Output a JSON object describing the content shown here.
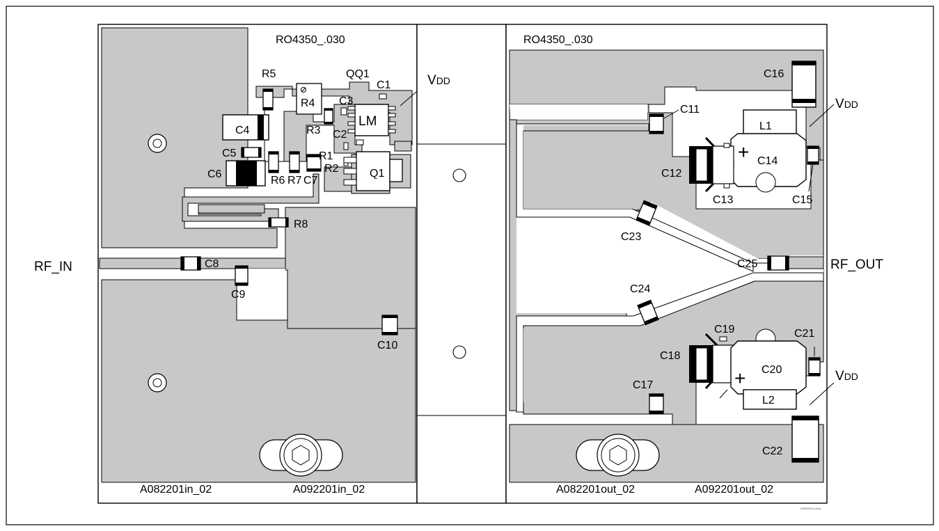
{
  "materials": {
    "left": "RO4350_.030",
    "right": "RO4350_.030"
  },
  "ports": {
    "input": "RF_IN",
    "output": "RF_OUT"
  },
  "supply": {
    "main": "V",
    "sub": "DD"
  },
  "part_numbers": {
    "in_a": "A082201in_02",
    "in_b": "A092201in_02",
    "out_a": "A082201out_02",
    "out_b": "A092201out_02"
  },
  "corner_code": "a092201af_assy",
  "components": {
    "R5": "R5",
    "R4": "R4",
    "R3": "R3",
    "R1": "R1",
    "R2": "R2",
    "R6": "R6",
    "R7": "R7",
    "R8": "R8",
    "QQ1": "QQ1",
    "LM": "LM",
    "Q1": "Q1",
    "C1": "C1",
    "C2": "C2",
    "C3": "C3",
    "C4": "C4",
    "C5": "C5",
    "C6": "C6",
    "C7": "C7",
    "C8": "C8",
    "C9": "C9",
    "C10": "C10",
    "C11": "C11",
    "C12": "C12",
    "C13": "C13",
    "C14": "C14",
    "C15": "C15",
    "C16": "C16",
    "L1": "L1",
    "C23": "C23",
    "C25": "C25",
    "C24": "C24",
    "C17": "C17",
    "C18": "C18",
    "C19": "C19",
    "C20": "C20",
    "C21": "C21",
    "C22": "C22",
    "L2": "L2"
  },
  "polarity_mark": "+"
}
